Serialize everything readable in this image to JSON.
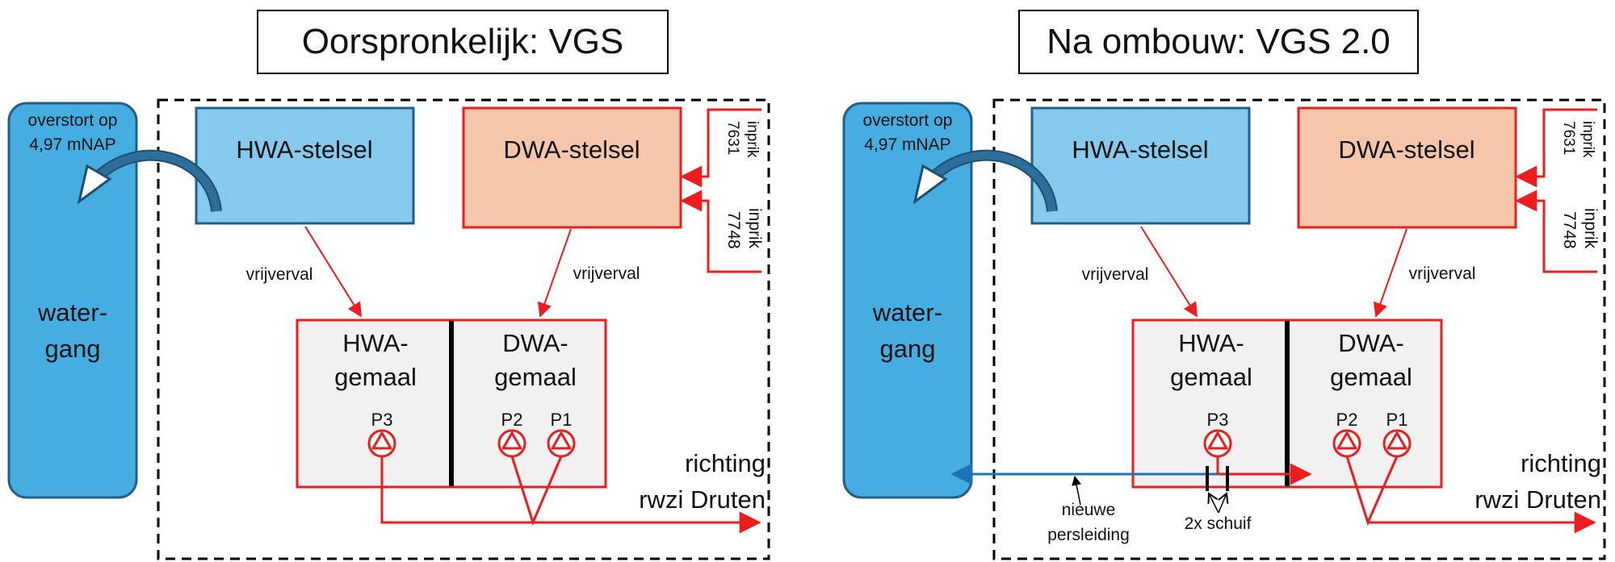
{
  "diagrams": [
    {
      "title": "Oorspronkelijk: VGS",
      "overflow_label": [
        "overstort op",
        "4,97 mNAP"
      ],
      "watergang_label": [
        "water-",
        "gang"
      ],
      "hwa_stelsel_label": "HWA-stelsel",
      "dwa_stelsel_label": "DWA-stelsel",
      "inprik_top": [
        "inprik",
        "7631"
      ],
      "inprik_bottom": [
        "inprik",
        "7748"
      ],
      "vrijverval_left": "vrijverval",
      "vrijverval_right": "vrijverval",
      "hwa_gemaal_label": [
        "HWA-",
        "gemaal"
      ],
      "dwa_gemaal_label": [
        "DWA-",
        "gemaal"
      ],
      "pumps": [
        "P3",
        "P2",
        "P1"
      ],
      "direction_label": [
        "richting",
        "rwzi Druten"
      ]
    },
    {
      "title": "Na ombouw: VGS 2.0",
      "overflow_label": [
        "overstort op",
        "4,97 mNAP"
      ],
      "watergang_label": [
        "water-",
        "gang"
      ],
      "hwa_stelsel_label": "HWA-stelsel",
      "dwa_stelsel_label": "DWA-stelsel",
      "inprik_top": [
        "inprik",
        "7631"
      ],
      "inprik_bottom": [
        "inprik",
        "7748"
      ],
      "vrijverval_left": "vrijverval",
      "vrijverval_right": "vrijverval",
      "hwa_gemaal_label": [
        "HWA-",
        "gemaal"
      ],
      "dwa_gemaal_label": [
        "DWA-",
        "gemaal"
      ],
      "pumps": [
        "P3",
        "P2",
        "P1"
      ],
      "direction_label": [
        "richting",
        "rwzi Druten"
      ],
      "new_pipe_label": [
        "nieuwe",
        "persleiding"
      ],
      "valve_label": "2x schuif"
    }
  ],
  "colors": {
    "watergang": "#45ade0",
    "hwa_stelsel": "#85caec",
    "dwa_stelsel": "#f5c6aa",
    "gemaal_fill": "#f1f1f1",
    "pipe_red": "#ee1c1c",
    "new_pipe_blue": "#1f72b8",
    "overflow_arrow": "#2d6f9a"
  }
}
